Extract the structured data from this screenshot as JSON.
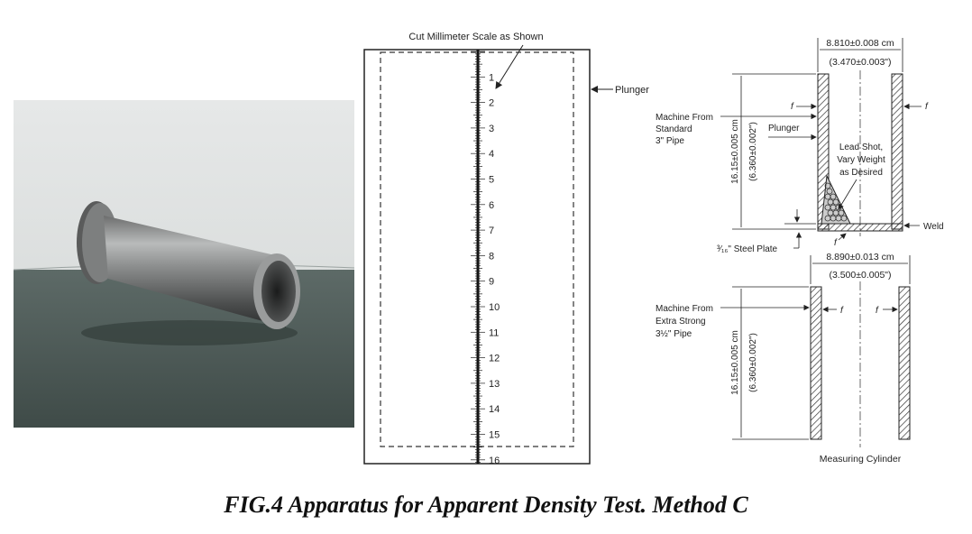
{
  "photo": {
    "icon": "metal-cylinder-photo"
  },
  "scale_diagram": {
    "title": "Cut Millimeter Scale as Shown",
    "plunger_label": "Plunger",
    "numbers": [
      "1",
      "2",
      "3",
      "4",
      "5",
      "6",
      "7",
      "8",
      "9",
      "10",
      "11",
      "12",
      "13",
      "14",
      "15",
      "16"
    ]
  },
  "upper_cylinder": {
    "dim_width_cm": "8.810±0.008 cm",
    "dim_width_in": "(3.470±0.003\")",
    "machine_from": [
      "Machine From",
      "Standard",
      "3\" Pipe"
    ],
    "plunger_label": "Plunger",
    "f_label": "f",
    "lead_shot": [
      "Lead Shot,",
      "Vary Weight",
      "as Desired"
    ],
    "height_cm": "16.15±0.005 cm",
    "height_in": "(6.360±0.002\")",
    "weld_label": "Weld",
    "steel_plate_label": "³⁄₁₆\" Steel Plate"
  },
  "lower_cylinder": {
    "dim_width_cm": "8.890±0.013 cm",
    "dim_width_in": "(3.500±0.005\")",
    "machine_from": [
      "Machine From",
      "Extra Strong",
      "3½\" Pipe"
    ],
    "f_label": "f",
    "height_cm": "16.15±0.005 cm",
    "height_in": "(6.360±0.002\")",
    "bottom_label": "Measuring Cylinder"
  },
  "caption": "FIG.4 Apparatus for Apparent Density Test. Method C"
}
